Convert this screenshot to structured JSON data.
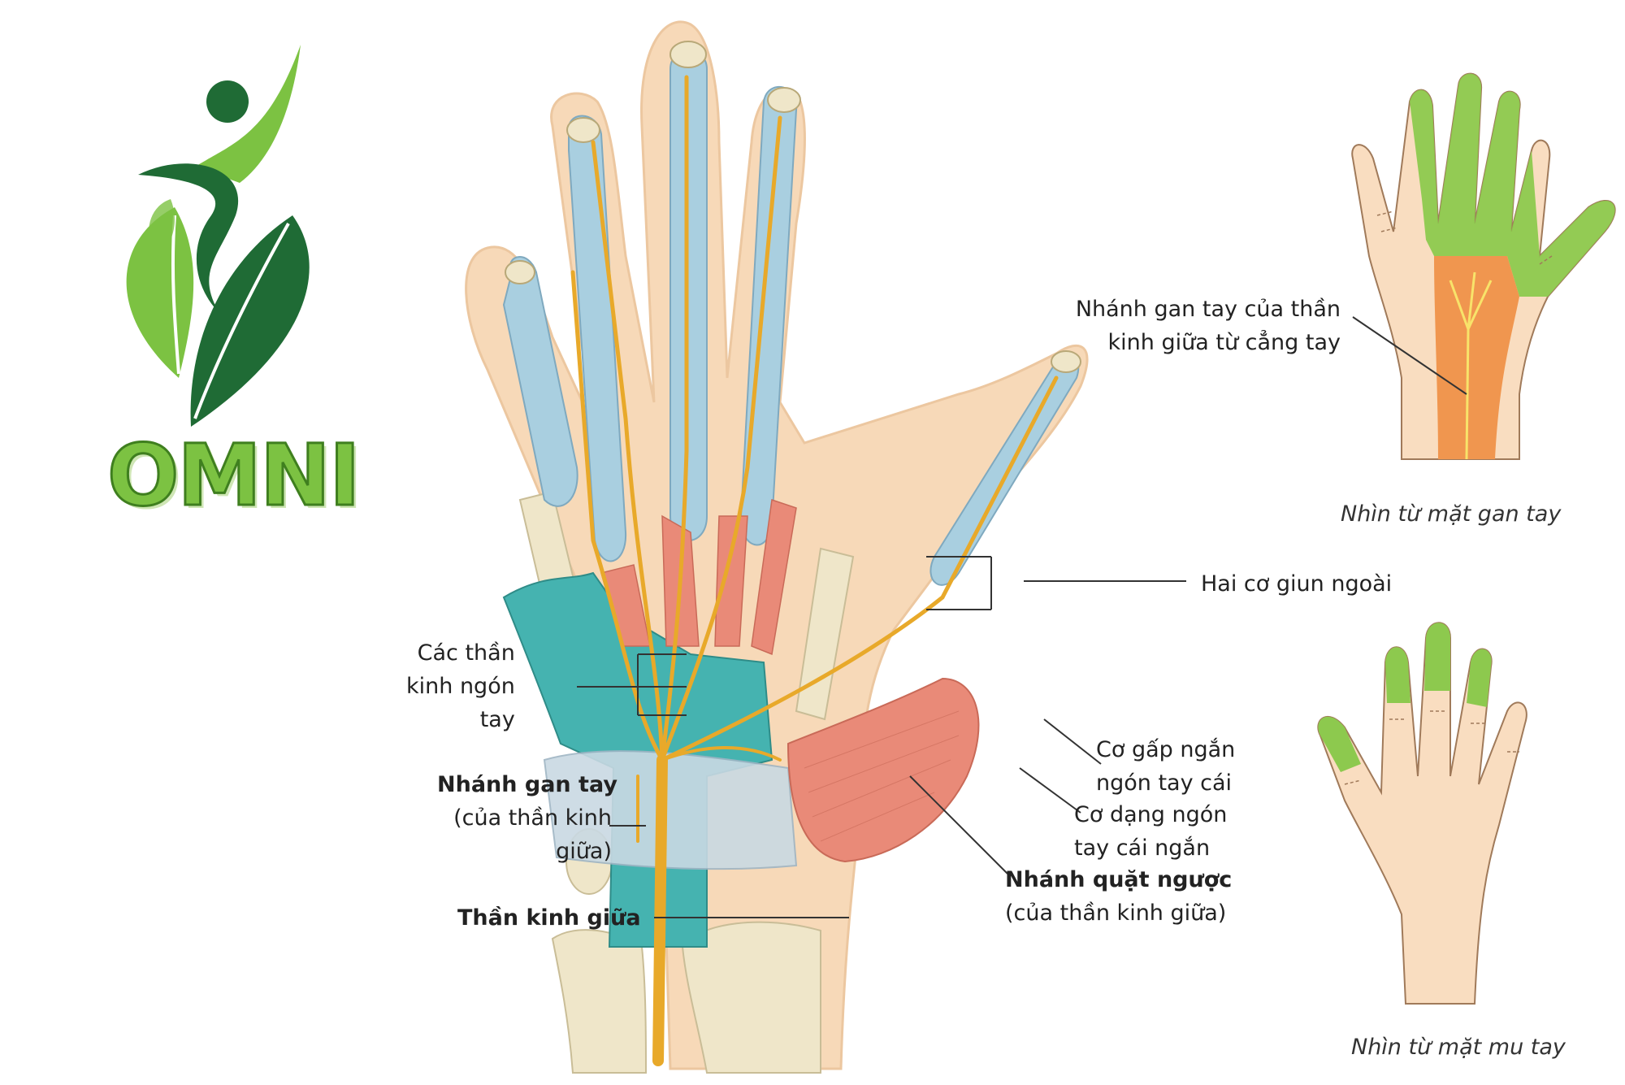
{
  "logo": {
    "brand_text": "OMNI",
    "colors": {
      "dark_green": "#1f6b35",
      "light_green": "#7cc242"
    }
  },
  "main_diagram": {
    "labels": {
      "digital_nerves": [
        "Các thần",
        "kinh ngón",
        "tay"
      ],
      "palmar_branch_title": "Nhánh gan tay",
      "palmar_branch_sub": [
        "(của thần kinh",
        "giữa)"
      ],
      "median_nerve": "Thần kinh giữa",
      "lumbricals": "Hai cơ giun ngoài",
      "fpb": [
        "Cơ gấp ngắn",
        "ngón tay cái"
      ],
      "apb": [
        "Cơ dạng ngón",
        "tay cái ngắn"
      ],
      "recurrent_title": "Nhánh quặt ngược",
      "recurrent_sub": "(của thần kinh giữa)"
    },
    "colors": {
      "skin": "#f7d9b8",
      "tendon_sheath": "#a9cfe0",
      "nerve": "#e8a92a",
      "muscle": "#e98a78",
      "retinaculum": "#45b3b0",
      "bone": "#efe6c9"
    }
  },
  "palm_view": {
    "callout": [
      "Nhánh gan tay của thần",
      "kinh giữa từ cẳng tay"
    ],
    "caption": "Nhìn từ mặt gan tay",
    "colors": {
      "digits_zone": "#8dc94e",
      "palm_zone": "#f0964f",
      "skin": "#f9ddc0"
    }
  },
  "dorsal_view": {
    "caption": "Nhìn từ mặt mu tay",
    "colors": {
      "fingertip_zone": "#8dc94e",
      "skin": "#f9ddc0"
    }
  }
}
